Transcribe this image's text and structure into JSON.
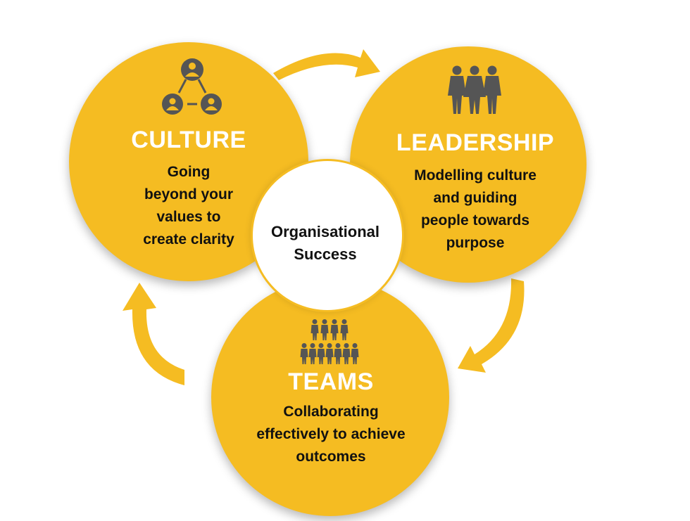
{
  "colors": {
    "circle_fill": "#F5BC22",
    "arrow_fill": "#F5BC22",
    "title_text": "#FFFFFF",
    "body_text": "#111111",
    "icon_fill": "#555555",
    "center_fill": "#FFFFFF"
  },
  "center": {
    "lines": [
      "Organisational",
      "Success"
    ]
  },
  "culture": {
    "icon": "network-people-icon",
    "title": "CULTURE",
    "lines": [
      "Going",
      "beyond your",
      "values to",
      "create clarity"
    ]
  },
  "leadership": {
    "icon": "three-people-icon",
    "title": "LEADERSHIP",
    "lines": [
      "Modelling culture",
      "and guiding",
      "people towards",
      "purpose"
    ]
  },
  "teams": {
    "icon": "crowd-icon",
    "title": "TEAMS",
    "lines": [
      "Collaborating",
      "effectively to achieve",
      "outcomes"
    ]
  },
  "arrows": [
    {
      "from": "culture",
      "to": "leadership",
      "icon": "curved-arrow-right-icon"
    },
    {
      "from": "leadership",
      "to": "teams",
      "icon": "curved-arrow-down-icon"
    },
    {
      "from": "teams",
      "to": "culture",
      "icon": "curved-arrow-up-icon"
    }
  ]
}
